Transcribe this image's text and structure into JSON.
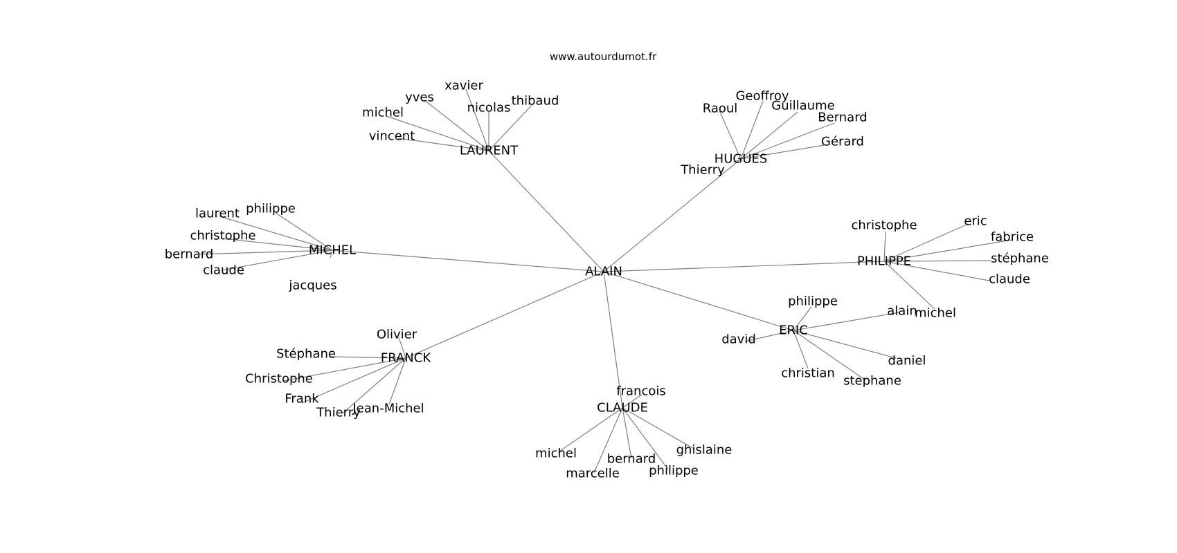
{
  "site_url": "www.autourdumot.fr",
  "root": "ALAIN",
  "hubs": [
    {
      "label": "LAURENT",
      "words": [
        "vincent",
        "michel",
        "yves",
        "xavier",
        "nicolas",
        "thibaud"
      ]
    },
    {
      "label": "HUGUES",
      "words": [
        "Raoul",
        "Geoffroy",
        "Guillaume",
        "Bernard",
        "Gérard",
        "Thierry"
      ]
    },
    {
      "label": "MICHEL",
      "words": [
        "laurent",
        "philippe",
        "christophe",
        "bernard",
        "claude",
        "jacques"
      ]
    },
    {
      "label": "PHILIPPE",
      "words": [
        "christophe",
        "eric",
        "fabrice",
        "stéphane",
        "claude",
        "michel"
      ]
    },
    {
      "label": "ERIC",
      "words": [
        "philippe",
        "alain",
        "david",
        "daniel",
        "christian",
        "stephane"
      ]
    },
    {
      "label": "FRANCK",
      "words": [
        "Olivier",
        "Stéphane",
        "Christophe",
        "Frank",
        "Thierry",
        "Jean-Michel"
      ]
    },
    {
      "label": "CLAUDE",
      "words": [
        "francois",
        "michel",
        "marcelle",
        "bernard",
        "philippe",
        "ghislaine"
      ]
    }
  ]
}
